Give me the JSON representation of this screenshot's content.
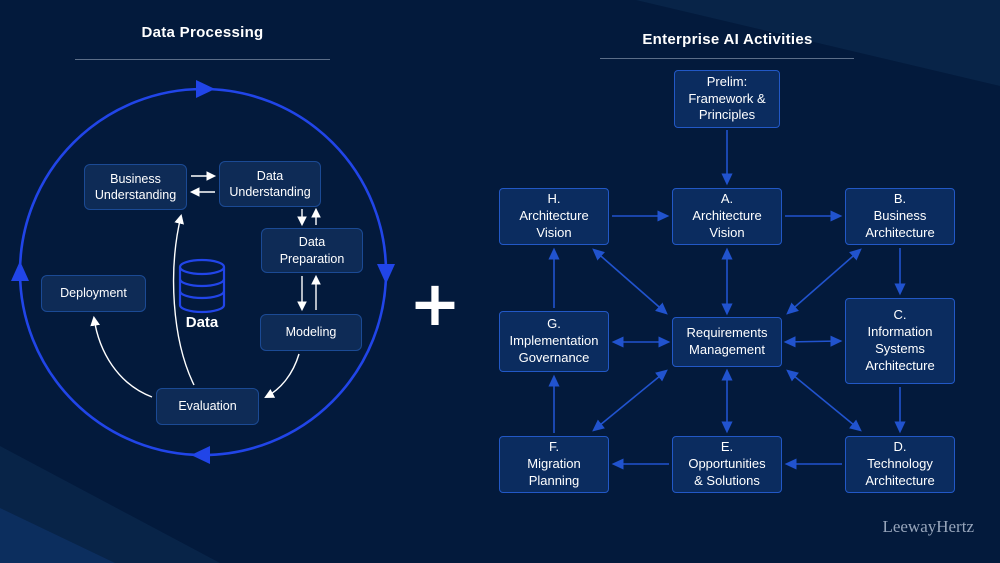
{
  "plus": "+",
  "branding": {
    "watermark": "LeewayHertz"
  },
  "left": {
    "title": "Data Processing",
    "data_label": "Data",
    "nodes": [
      {
        "id": "business-understanding",
        "label": "Business\nUnderstanding"
      },
      {
        "id": "data-understanding",
        "label": "Data\nUnderstanding"
      },
      {
        "id": "data-preparation",
        "label": "Data\nPreparation"
      },
      {
        "id": "modeling",
        "label": "Modeling"
      },
      {
        "id": "evaluation",
        "label": "Evaluation"
      },
      {
        "id": "deployment",
        "label": "Deployment"
      }
    ]
  },
  "right": {
    "title": "Enterprise AI Activities",
    "nodes": [
      {
        "id": "prelim",
        "label": "Prelim:\nFramework &\nPrinciples"
      },
      {
        "id": "h-architecture-vision",
        "label": "H.\nArchitecture\nVision"
      },
      {
        "id": "a-architecture-vision",
        "label": "A.\nArchitecture\nVision"
      },
      {
        "id": "b-business-architecture",
        "label": "B.\nBusiness\nArchitecture"
      },
      {
        "id": "g-implementation-governance",
        "label": "G.\nImplementation\nGovernance"
      },
      {
        "id": "requirements-management",
        "label": "Requirements\nManagement"
      },
      {
        "id": "c-information-systems-architecture",
        "label": "C.\nInformation\nSystems\nArchitecture"
      },
      {
        "id": "f-migration-planning",
        "label": "F.\nMigration\nPlanning"
      },
      {
        "id": "e-opportunities-solutions",
        "label": "E.\nOpportunities\n& Solutions"
      },
      {
        "id": "d-technology-architecture",
        "label": "D.\nTechnology\nArchitecture"
      }
    ]
  },
  "colors": {
    "background": "#031A3C",
    "accent_blue": "#2145E8",
    "arrow_blue": "#2153CE",
    "box_fill_left": "#0E2B56",
    "box_border_left": "#1B4A94",
    "box_fill_right": "#0B2C5F",
    "box_border_right": "#2258C6",
    "text": "#FFFFFF",
    "underline": "#5C6E88",
    "watermark": "#97A5BB",
    "deco_1": "#082448",
    "deco_2": "#0C2E5E"
  }
}
